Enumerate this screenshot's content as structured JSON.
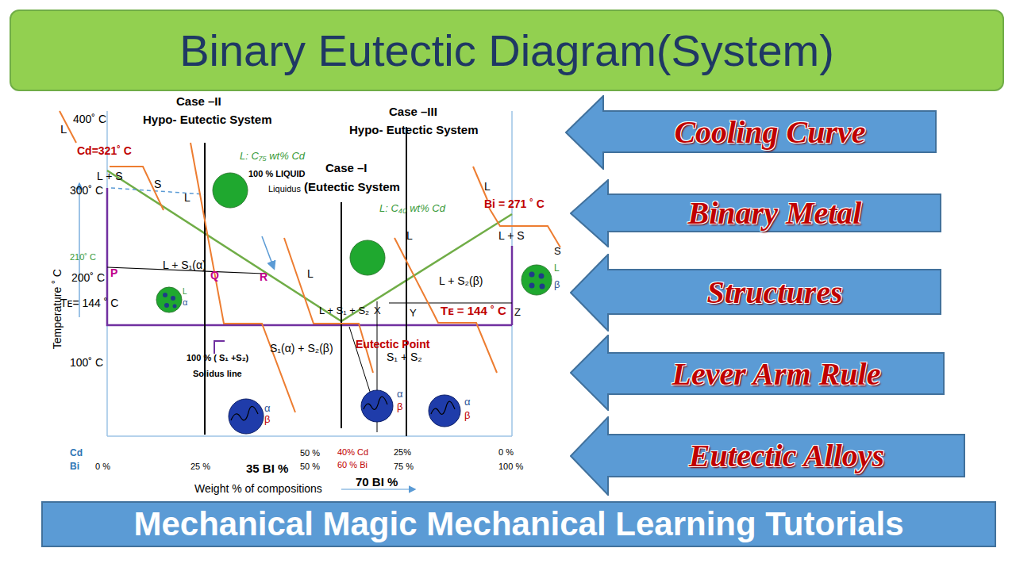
{
  "diagram": {
    "title": "Binary Eutectic Diagram(System)",
    "caption": "Mechanical Magic Mechanical Learning Tutorials",
    "nodes": [
      {
        "text": [
          "Cooling Curve"
        ]
      },
      {
        "text": [
          "Binary Metal"
        ]
      },
      {
        "text": [
          "Structures"
        ]
      },
      {
        "text": [
          "Lever Arm Rule"
        ]
      },
      {
        "text": [
          "Eutectic Alloys"
        ]
      }
    ],
    "labels": [
      "Case –II",
      "Hypo- Eutectic System",
      "Case –III",
      "Hypo- Eutectic System",
      "Case –I",
      "100 % LIQUID",
      "Liquidus",
      "(Eutectic System",
      "L: C₇₅ wt% Cd",
      "L: C₄₀ wt% Cd",
      "400˚ C",
      "300˚ C",
      "210˚ C",
      "200˚ C",
      "Tᴇ= 144 ˚ C",
      "100˚ C",
      "Cd=321˚ C",
      "L",
      "L + S",
      "S",
      "L",
      "L + S₁(α)",
      "P",
      "Q",
      "R",
      "L",
      "L + S₁ + S₂",
      "X",
      "Y",
      "Z",
      "Tᴇ = 144 ˚ C",
      "L + S₂(β)",
      "L",
      "L",
      "Bi = 271 ˚ C",
      "L + S",
      "S",
      "L",
      "β",
      "L",
      "α",
      "Eutectic Point",
      "S₁(α) + S₂(β)",
      "S₁ + S₂",
      "100 % ( S₁ +S₂)",
      "Solidus line",
      "α",
      "β",
      "α",
      "β",
      "α",
      "β",
      "Cd",
      "Bi",
      "0 %",
      "25 %",
      "50 %",
      "50 %",
      "40% Cd",
      "60 % Bi",
      "25%",
      "75 %",
      "0 %",
      "100 %",
      "35 BI %",
      "70 BI %",
      "Weight % of compositions",
      "Temperature ˚ C"
    ]
  }
}
